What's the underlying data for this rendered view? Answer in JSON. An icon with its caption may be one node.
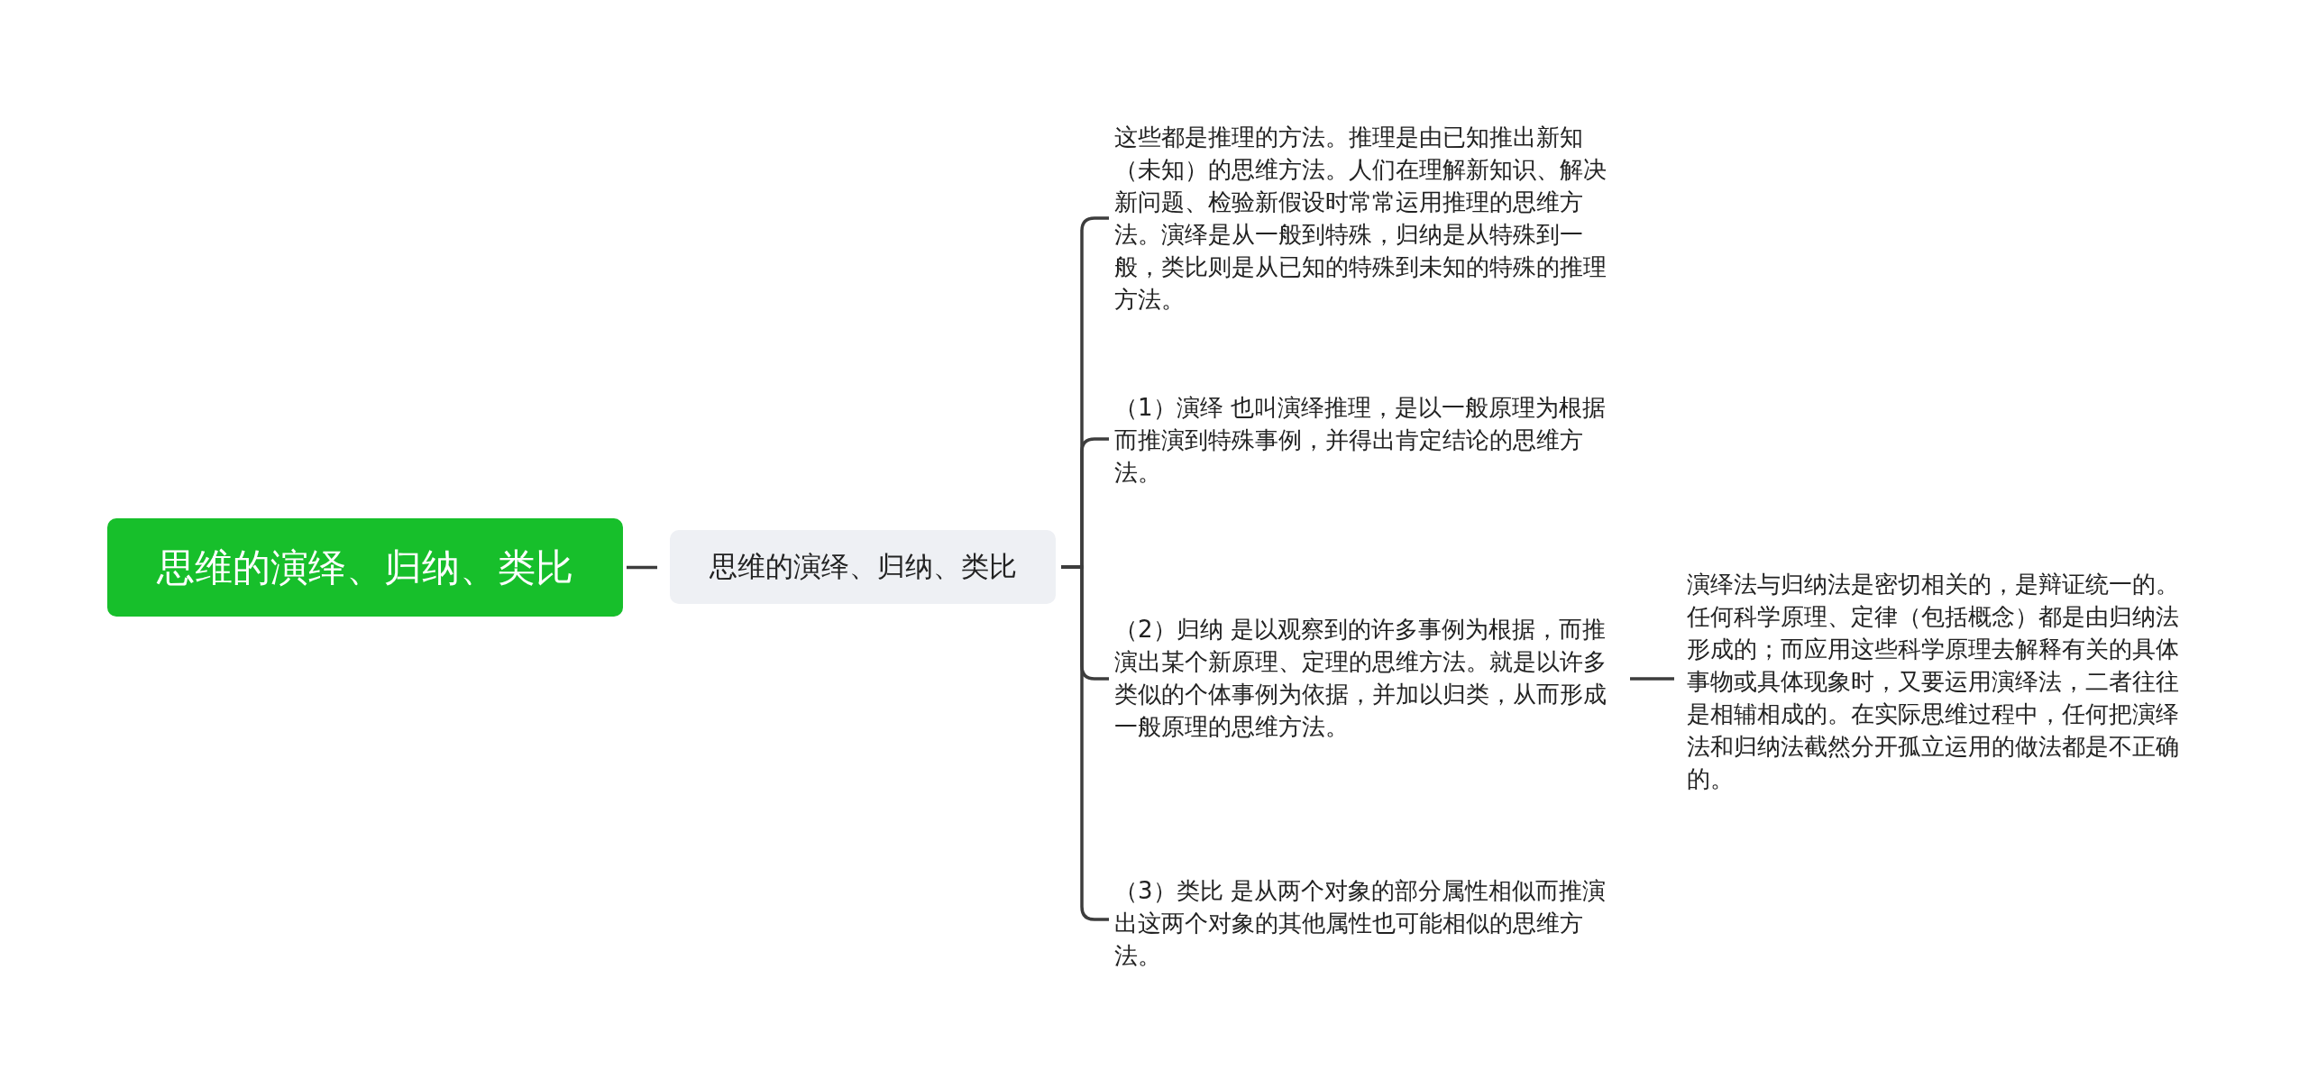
{
  "diagram": {
    "nodes": [
      {
        "text": [
          "思维的演绎、归纳、类比"
        ]
      },
      {
        "text": [
          "思维的演绎、归纳、类比"
        ]
      },
      {
        "text": [
          "这些都是推理的方法。推理是由已知推出新知（未知）的思维方法。人们在理解新知识、解决新问题、检验新假设时常常运用推理的思维方法。演绎是从一般到特殊，归纳是从特殊到一般，类比则是从已知的特殊到未知的特殊的推理方法。"
        ]
      },
      {
        "text": [
          "（1）演绎 也叫演绎推理，是以一般原理为根据而推演到特殊事例，并得出肯定结论的思维方法。"
        ]
      },
      {
        "text": [
          "（2）归纳 是以观察到的许多事例为根据，而推演出某个新原理、定理的思维方法。就是以许多类似的个体事例为依据，并加以归类，从而形成一般原理的思维方法。"
        ]
      },
      {
        "text": [
          "（3）类比 是从两个对象的部分属性相似而推演出这两个对象的其他属性也可能相似的思维方法。"
        ]
      },
      {
        "text": [
          "演绎法与归纳法是密切相关的，是辩证统一的。任何科学原理、定律（包括概念）都是由归纳法形成的；而应用这些科学原理去解释有关的具体事物或具体现象时，又要运用演绎法，二者往往是相辅相成的。在实际思维过程中，任何把演绎法和归纳法截然分开孤立运用的做法都是不正确的。"
        ]
      }
    ],
    "edges": [
      {
        "from": 0,
        "to": 1,
        "arrow": "none"
      },
      {
        "from": 1,
        "to": 2,
        "arrow": "none"
      },
      {
        "from": 1,
        "to": 3,
        "arrow": "none"
      },
      {
        "from": 1,
        "to": 4,
        "arrow": "none"
      },
      {
        "from": 1,
        "to": 5,
        "arrow": "none"
      },
      {
        "from": 4,
        "to": 6,
        "arrow": "none"
      }
    ]
  }
}
